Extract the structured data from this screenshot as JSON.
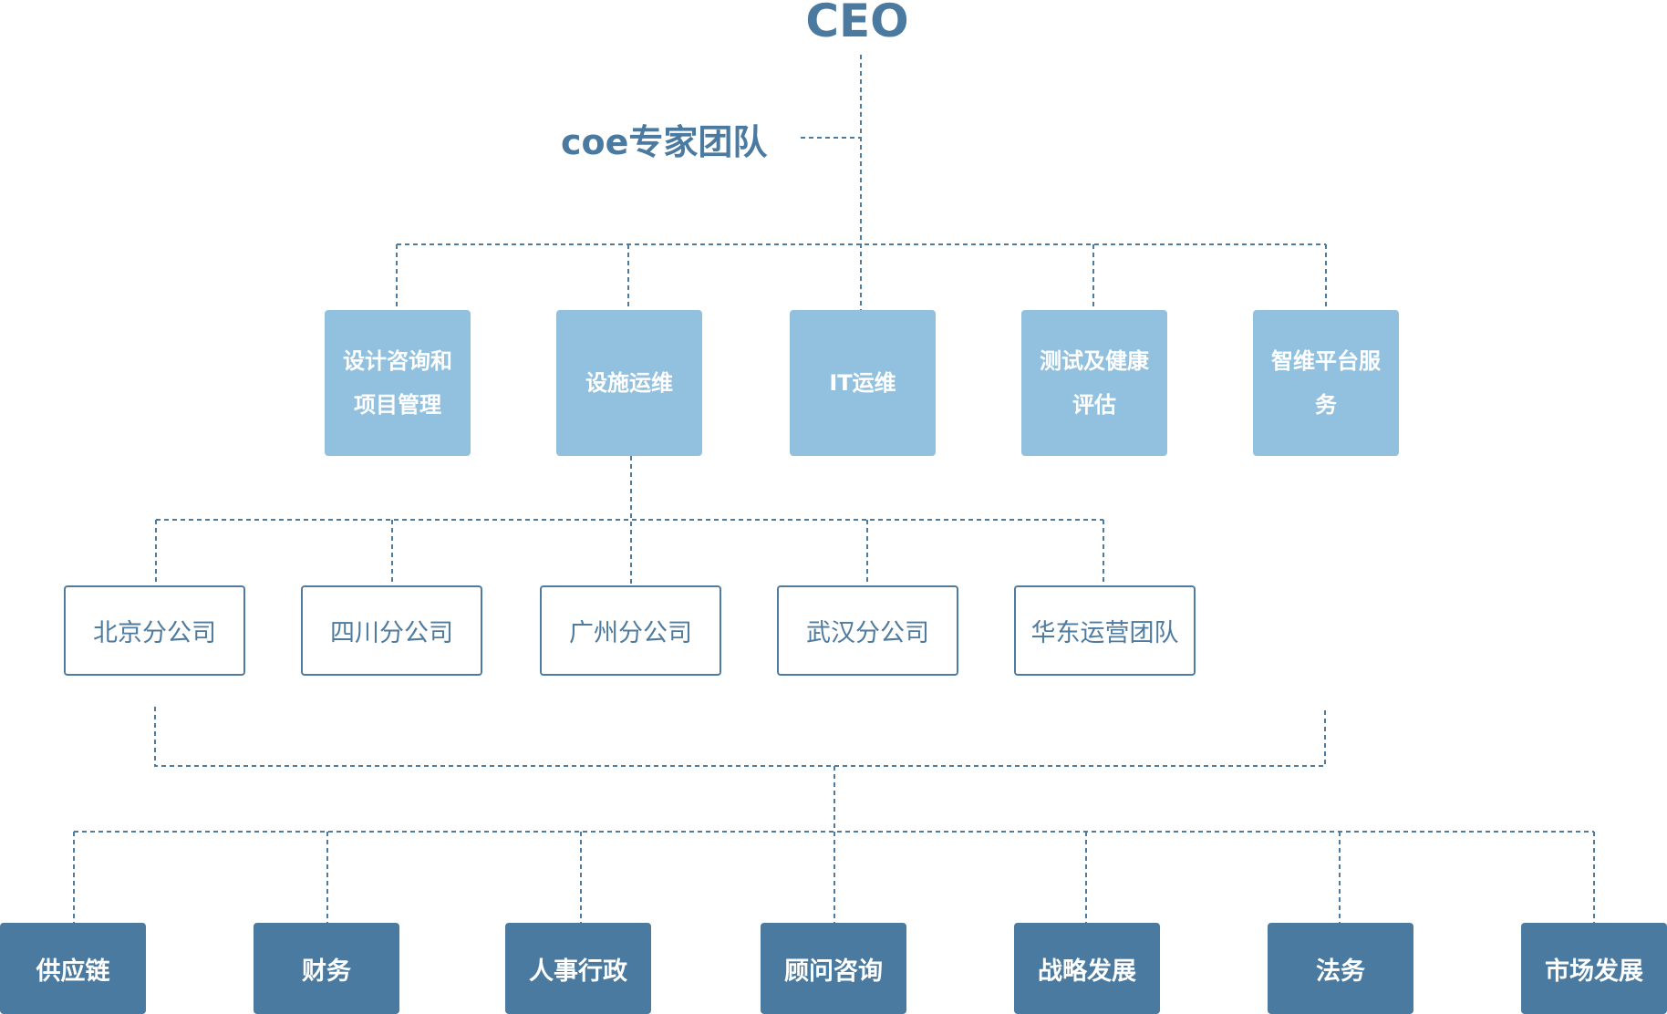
{
  "ceo": {
    "label": "CEO"
  },
  "expert_team": {
    "label": "coe专家团队"
  },
  "departments": [
    {
      "label": "设计咨询和项目管理"
    },
    {
      "label": "设施运维"
    },
    {
      "label": "IT运维"
    },
    {
      "label": "测试及健康评估"
    },
    {
      "label": "智维平台服务"
    }
  ],
  "branches": [
    {
      "label": "北京分公司"
    },
    {
      "label": "四川分公司"
    },
    {
      "label": "广州分公司"
    },
    {
      "label": "武汉分公司"
    },
    {
      "label": "华东运营团队"
    }
  ],
  "functions": [
    {
      "label": "供应链"
    },
    {
      "label": "财务"
    },
    {
      "label": "人事行政"
    },
    {
      "label": "顾问咨询"
    },
    {
      "label": "战略发展"
    },
    {
      "label": "法务"
    },
    {
      "label": "市场发展"
    }
  ],
  "colors": {
    "title": "#4b7aa1",
    "department_fill": "#92c1e0",
    "branch_border": "#4f7b9f",
    "function_fill": "#4a7aa0",
    "connector": "#4f7b9f"
  }
}
